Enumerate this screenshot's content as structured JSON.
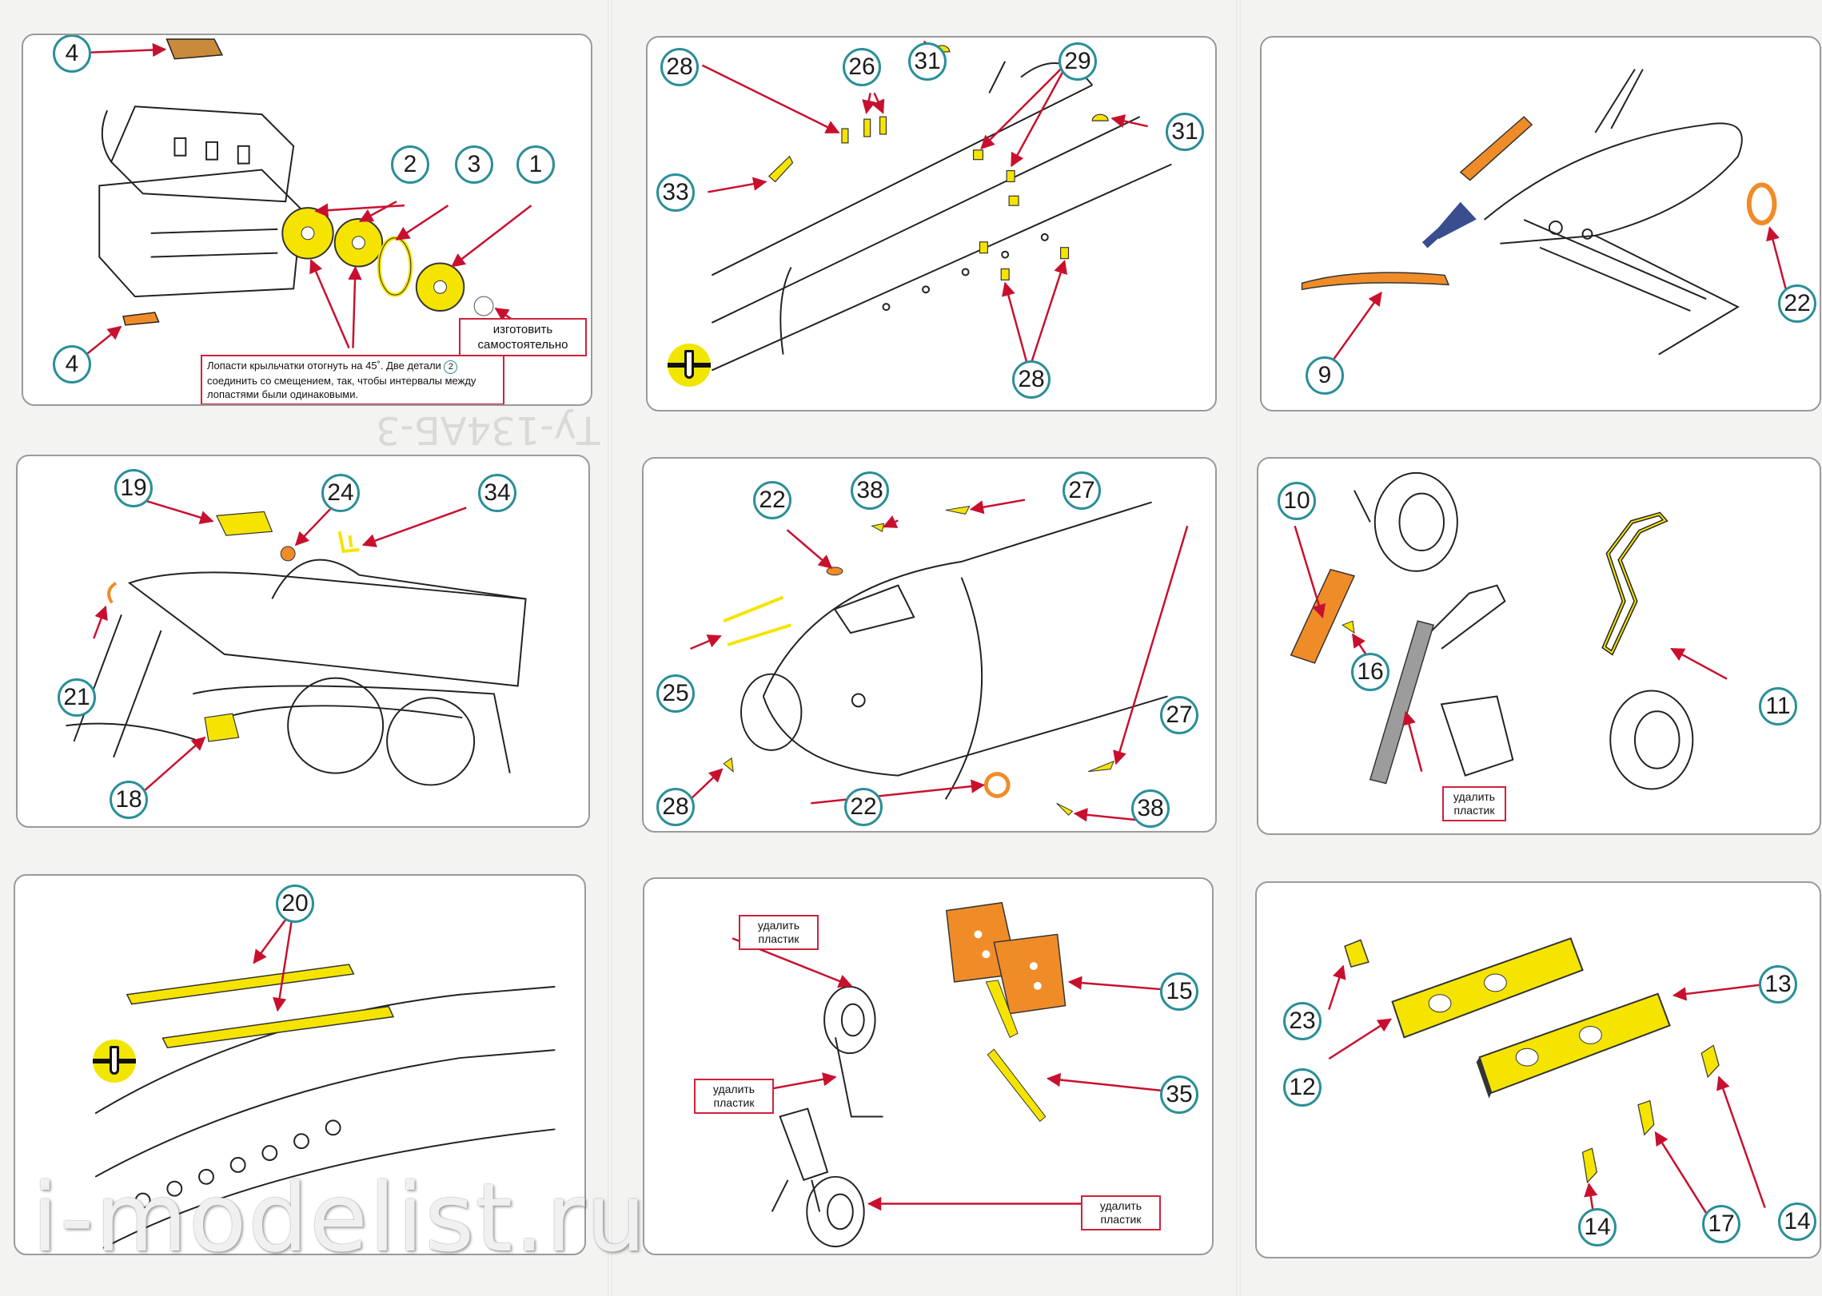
{
  "colors": {
    "callout_ring": "#2a8f98",
    "leader_arrow": "#c8102e",
    "note_border": "#d0213a",
    "photo_etch_yellow": "#f5e400",
    "photo_etch_copper": "#f08c28",
    "pointer_arrow": "#3a4d8f",
    "drill_icon": "#f1e600"
  },
  "icons": [
    "drill-bit-icon",
    "direction-arrow-icon"
  ],
  "background_text": [
    "Ту-134АБ-3"
  ],
  "panels": [
    {
      "id": "engine-intake",
      "callouts": [
        "4",
        "2",
        "3",
        "1",
        "4"
      ],
      "notes": [
        "изготовить самостоятельно",
        "Лопасти крыльчатки отогнуть на 45˚. Две детали",
        "2",
        "соединить со смещением, так, чтобы интервалы между",
        "лопастями были одинаковыми."
      ]
    },
    {
      "id": "tail-top",
      "callouts": [
        "28",
        "26",
        "31",
        "29",
        "31",
        "33",
        "28"
      ]
    },
    {
      "id": "nose-gear-bay",
      "callouts": [
        "22",
        "9"
      ]
    },
    {
      "id": "fin-tail",
      "callouts": [
        "19",
        "24",
        "34",
        "21",
        "18"
      ]
    },
    {
      "id": "nose-cockpit",
      "callouts": [
        "22",
        "38",
        "27",
        "25",
        "27",
        "28",
        "22",
        "38"
      ]
    },
    {
      "id": "nose-gear",
      "callouts": [
        "10",
        "16",
        "11"
      ],
      "notes": [
        "удалить",
        "пластик"
      ]
    },
    {
      "id": "wing-spoilers",
      "callouts": [
        "20"
      ]
    },
    {
      "id": "main-gear",
      "callouts": [
        "15",
        "35"
      ],
      "notes": [
        "удалить пластик",
        "удалить пластик",
        "удалить пластик"
      ]
    },
    {
      "id": "gear-bay-plates",
      "callouts": [
        "13",
        "23",
        "12",
        "14",
        "17",
        "14"
      ]
    }
  ],
  "watermark": "i-modelist.ru"
}
